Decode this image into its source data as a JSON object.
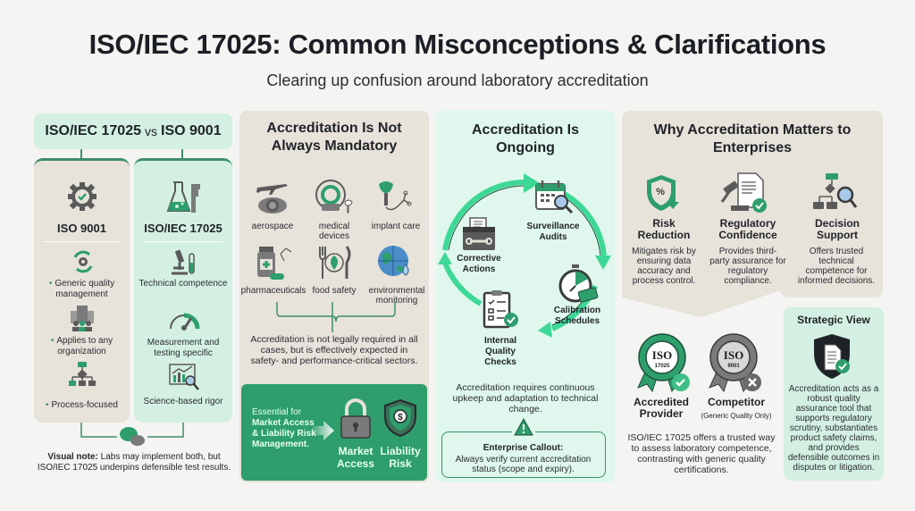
{
  "header": {
    "title": "ISO/IEC 17025: Common Misconceptions & Clarifications",
    "subtitle": "Clearing up confusion around laboratory accreditation"
  },
  "colors": {
    "accent_green": "#2d9e6c",
    "dark_green": "#3d8f6a",
    "mint_bg": "#d3f0e2",
    "beige_bg": "#e7e2da",
    "cycle_arrow": "#3dd897",
    "icon_gray": "#5a5a5a"
  },
  "comparison": {
    "header_left": "ISO/IEC 17025",
    "header_vs": "vs",
    "header_right": "ISO 9001",
    "iso9001": {
      "title": "ISO 9001",
      "icon": "gear-check-icon",
      "items": [
        {
          "icon": "cycle-gear-icon",
          "text": "Generic quality management"
        },
        {
          "icon": "building-people-icon",
          "text": "Applies to any organization"
        },
        {
          "icon": "flowchart-icon",
          "text": "Process-focused"
        }
      ]
    },
    "iso17025": {
      "title": "ISO/IEC 17025",
      "icon": "flask-caliper-icon",
      "items": [
        {
          "icon": "microscope-icon",
          "text": "Technical competence"
        },
        {
          "icon": "gauge-icon",
          "text": "Measurement and testing specific"
        },
        {
          "icon": "chart-magnifier-icon",
          "text": "Science-based rigor"
        }
      ]
    },
    "note_label": "Visual note:",
    "note_text": " Labs may implement both, but ISO/IEC 17025 underpins defensible test results."
  },
  "mandatory": {
    "title_line1": "Accreditation Is Not",
    "title_line2": "Always Mandatory",
    "sectors": [
      {
        "icon": "airplane-engine-icon",
        "label": "aerospace"
      },
      {
        "icon": "mri-scanner-icon",
        "label": "medical devices"
      },
      {
        "icon": "dental-implant-icon",
        "label": "implant care"
      },
      {
        "icon": "pill-bottle-icon",
        "label": "pharmaceuticals"
      },
      {
        "icon": "fork-leaf-knife-icon",
        "label": "food safety"
      },
      {
        "icon": "globe-droplet-icon",
        "label": "environmental monitoring"
      }
    ],
    "description": "Accreditation is not legally required in all cases, but is effectively expected in safety- and performance-critical sectors.",
    "essential": {
      "line1": "Essential for",
      "line2": "Market Access & Liability Risk Management.",
      "market_label": "Market Access",
      "liability_label": "Liability Risk"
    }
  },
  "ongoing": {
    "title_line1": "Accreditation Is",
    "title_line2": "Ongoing",
    "cycle": [
      {
        "icon": "calendar-magnifier-icon",
        "label": "Surveillance Audits"
      },
      {
        "icon": "stopwatch-icon",
        "label": "Calibration Schedules"
      },
      {
        "icon": "clipboard-check-icon",
        "label": "Internal Quality Checks"
      },
      {
        "icon": "toolbox-wrench-icon",
        "label": "Corrective Actions"
      }
    ],
    "description": "Accreditation requires continuous upkeep and adaptation to technical change.",
    "callout_title": "Enterprise Callout:",
    "callout_text": "Always verify current accreditation status (scope and expiry)."
  },
  "enterprise": {
    "title_line1": "Why Accreditation Matters to",
    "title_line2": "Enterprises",
    "benefits": [
      {
        "icon": "shield-percent-icon",
        "title": "Risk Reduction",
        "desc": "Mitigates risk by ensuring data accuracy and process control."
      },
      {
        "icon": "gavel-document-icon",
        "title": "Regulatory Confidence",
        "desc": "Provides third-party assurance for regulatory compliance."
      },
      {
        "icon": "flowchart-magnifier-icon",
        "title": "Decision Support",
        "desc": "Offers trusted technical competence for informed decisions."
      }
    ],
    "badges": [
      {
        "top": "ISO",
        "num": "17025",
        "label": "Accredited Provider",
        "sub": ""
      },
      {
        "top": "ISO",
        "num": "9001",
        "label": "Competitor",
        "sub": "(Generic Quality Only)"
      }
    ],
    "comparison_text": "ISO/IEC 17025 offers a trusted way to assess laboratory competence, contrasting with generic quality certifications."
  },
  "strategic": {
    "title": "Strategic View",
    "text": "Accreditation acts as a robust quality assurance tool that supports regulatory scrutiny, substantiates product safety claims, and provides defensible outcomes in disputes or litigation."
  }
}
